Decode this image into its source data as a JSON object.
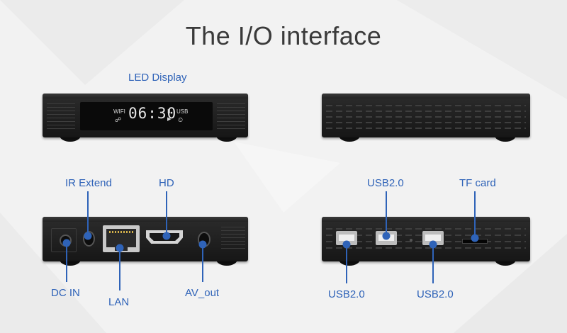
{
  "title": "The I/O interface",
  "led": {
    "label": "LED Display",
    "wifi": "WIFI",
    "time": "06:30",
    "usb": "USB",
    "pause_symbol": "II",
    "play_symbol": "▶",
    "net_symbol": "☍",
    "alarm_symbol": "⏲"
  },
  "ports": {
    "ir_extend": "IR Extend",
    "hd": "HD",
    "dc_in": "DC IN",
    "lan": "LAN",
    "av_out": "AV_out",
    "usb_top": "USB2.0",
    "tf_card": "TF card",
    "usb_left": "USB2.0",
    "usb_right": "USB2.0"
  },
  "colors": {
    "label": "#2f63b8",
    "title": "#3a3a3a",
    "box": "#1c1c1c",
    "background": "#f2f2f2"
  }
}
